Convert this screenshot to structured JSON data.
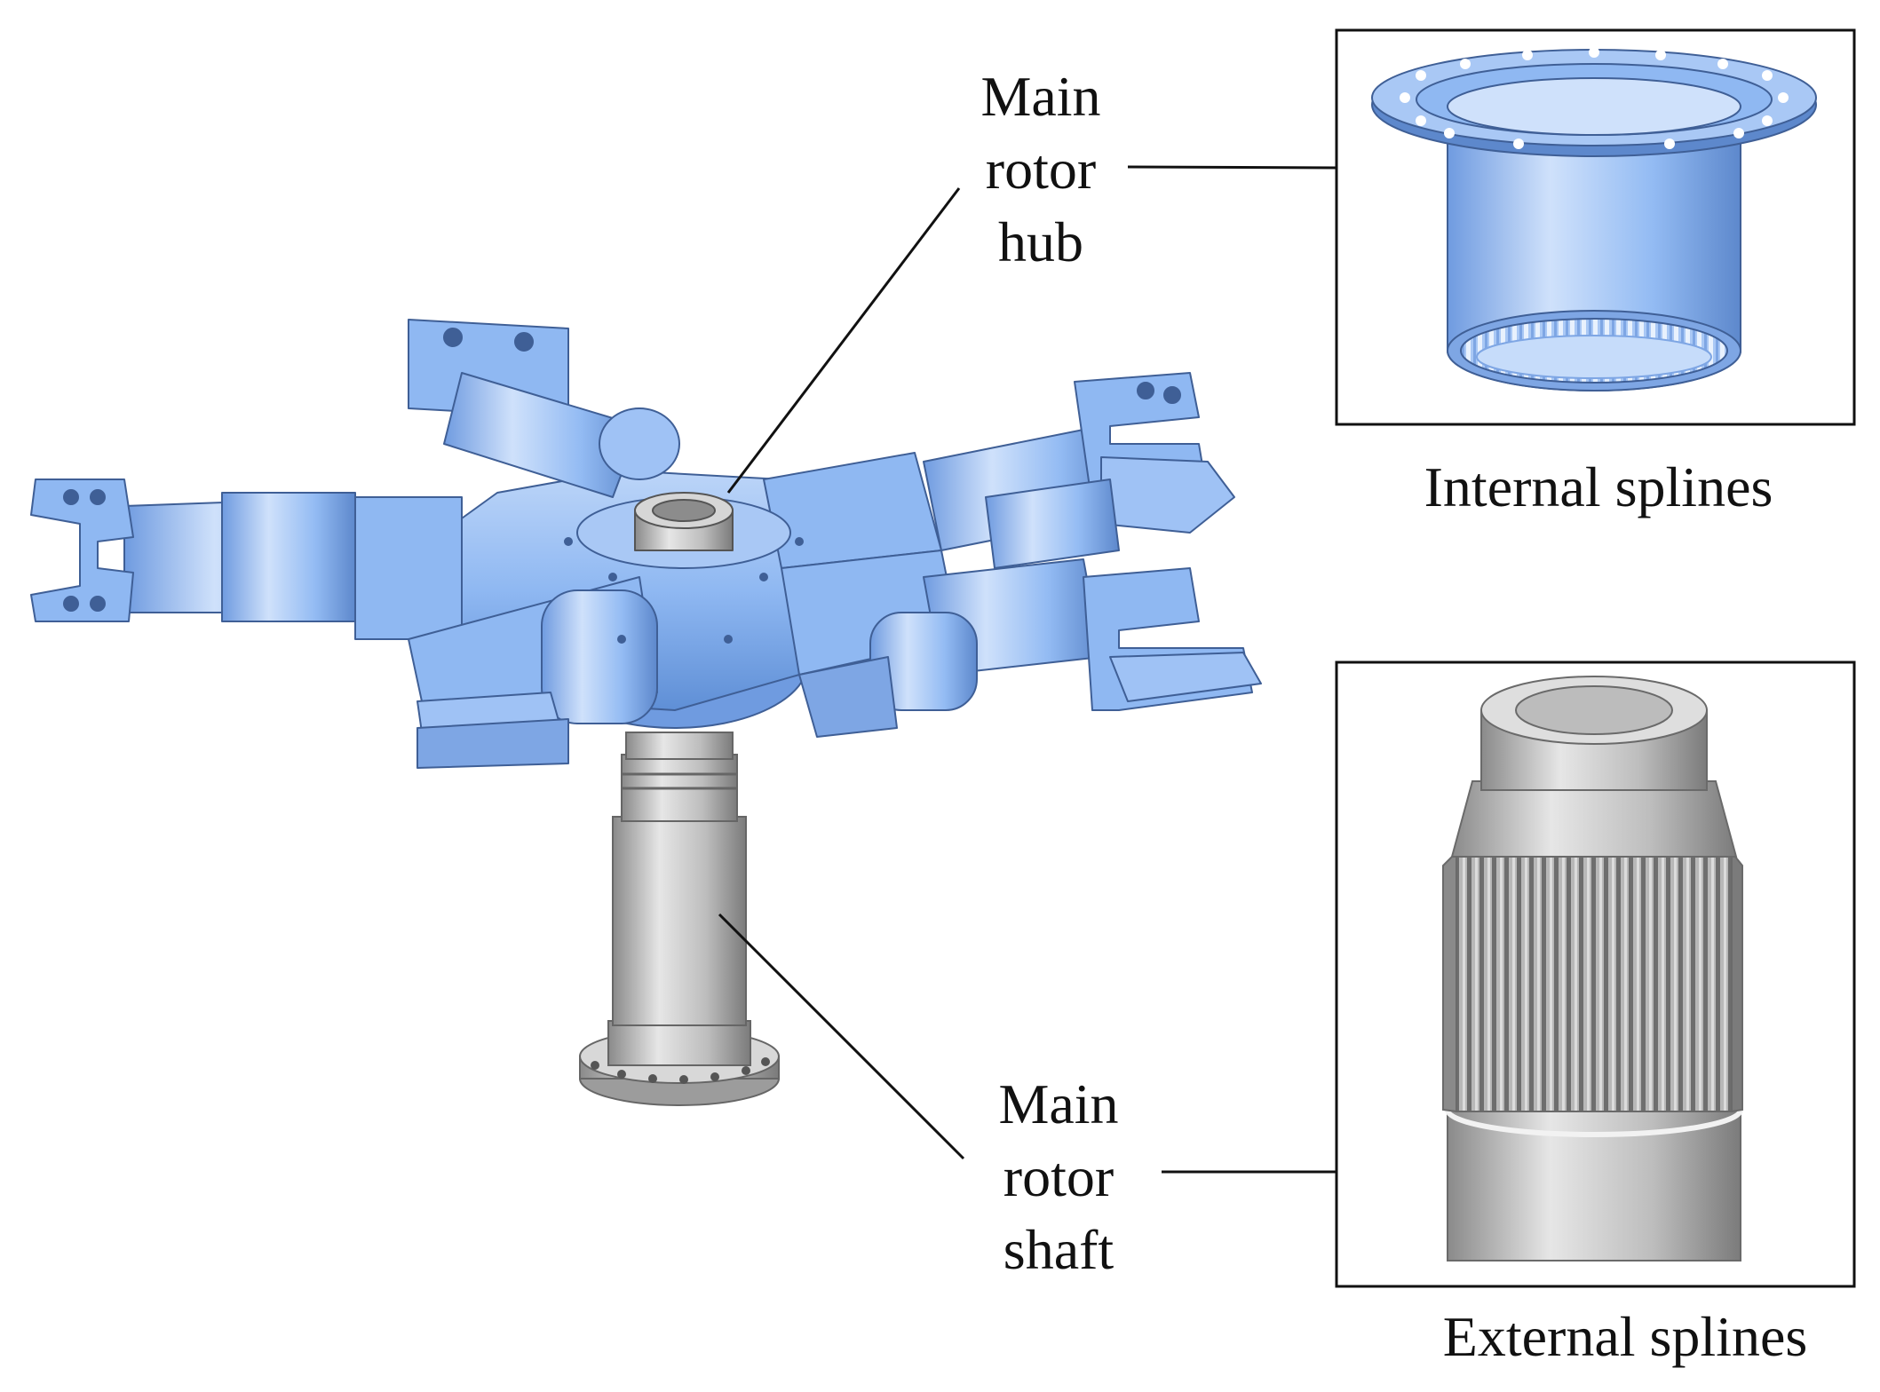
{
  "labels": {
    "hub": [
      "Main",
      "rotor",
      "hub"
    ],
    "shaft": [
      "Main",
      "rotor",
      "shaft"
    ]
  },
  "captions": {
    "internal": "Internal splines",
    "external": "External splines"
  },
  "colors": {
    "hub_blue": "#8fb8f2",
    "hub_blue_dark": "#5f8fd6",
    "shaft_gray": "#c9c9c9",
    "shaft_gray_dark": "#8e8e8e",
    "line": "#111111"
  }
}
